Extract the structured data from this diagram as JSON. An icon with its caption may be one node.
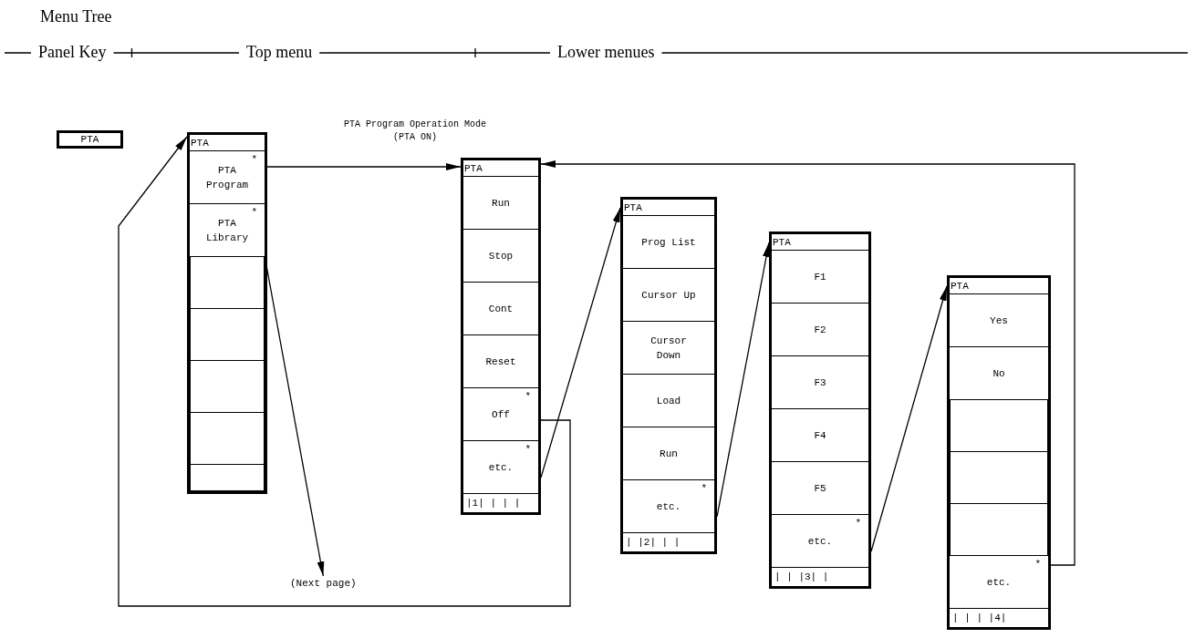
{
  "diagram": {
    "title": "Menu Tree",
    "nodes": [
      {
        "text": [
          "PTA"
        ]
      },
      {
        "text": [
          "PTA"
        ]
      },
      {
        "text": [
          "*",
          "PTA Program"
        ],
        "in": 1
      },
      {
        "text": [
          "*",
          "PTA Library"
        ],
        "in": 1
      },
      {
        "text": [],
        "shape": "box",
        "in": 1
      },
      {
        "text": [],
        "shape": "box",
        "in": 1
      },
      {
        "text": [],
        "shape": "box",
        "in": 1
      },
      {
        "text": [],
        "shape": "box",
        "in": 1
      },
      {
        "text": [],
        "shape": "box",
        "in": 1
      },
      {
        "text": [
          "PTA"
        ]
      },
      {
        "text": [
          "Run"
        ],
        "in": 9
      },
      {
        "text": [
          "Stop"
        ],
        "in": 9
      },
      {
        "text": [
          "Cont"
        ],
        "in": 9
      },
      {
        "text": [
          "Reset"
        ],
        "in": 9
      },
      {
        "text": [
          "*",
          "Off"
        ],
        "in": 9
      },
      {
        "text": [
          "*",
          "etc."
        ],
        "in": 9
      },
      {
        "text": [
          "|1| | | |"
        ],
        "in": 9
      },
      {
        "text": [
          "PTA"
        ]
      },
      {
        "text": [
          "Prog List"
        ],
        "in": 17
      },
      {
        "text": [
          "Cursor Up"
        ],
        "in": 17
      },
      {
        "text": [
          "Cursor Down"
        ],
        "in": 17
      },
      {
        "text": [
          "Load"
        ],
        "in": 17
      },
      {
        "text": [
          "Run"
        ],
        "in": 17
      },
      {
        "text": [
          "*",
          "etc."
        ],
        "in": 17
      },
      {
        "text": [
          "| |2| | |"
        ],
        "in": 17
      },
      {
        "text": [
          "PTA"
        ]
      },
      {
        "text": [
          "F1"
        ],
        "in": 25
      },
      {
        "text": [
          "F2"
        ],
        "in": 25
      },
      {
        "text": [
          "F3"
        ],
        "in": 25
      },
      {
        "text": [
          "F4"
        ],
        "in": 25
      },
      {
        "text": [
          "F5"
        ],
        "in": 25
      },
      {
        "text": [
          "*",
          "etc."
        ],
        "in": 25
      },
      {
        "text": [
          "| | |3| |"
        ],
        "in": 25
      },
      {
        "text": [
          "PTA"
        ]
      },
      {
        "text": [
          "Yes"
        ],
        "in": 33
      },
      {
        "text": [
          "No"
        ],
        "in": 33
      },
      {
        "text": [],
        "shape": "box",
        "in": 33
      },
      {
        "text": [],
        "shape": "box",
        "in": 33
      },
      {
        "text": [],
        "shape": "box",
        "in": 33
      },
      {
        "text": [
          "*",
          "etc."
        ],
        "in": 33
      },
      {
        "text": [
          "| | | |4|"
        ],
        "in": 33
      },
      {
        "text": [
          "(Next page)"
        ]
      }
    ],
    "edges": [
      {
        "from": 2,
        "to": 9,
        "arrow": "to",
        "label": "PTA Program Operation Mode (PTA ON)"
      },
      {
        "from": 3,
        "to": 41,
        "arrow": "to"
      },
      {
        "from": 14,
        "to": 1,
        "arrow": "to"
      },
      {
        "from": 15,
        "to": 17,
        "arrow": "to"
      },
      {
        "from": 23,
        "to": 25,
        "arrow": "to"
      },
      {
        "from": 31,
        "to": 33,
        "arrow": "to"
      },
      {
        "from": 39,
        "to": 9,
        "arrow": "to"
      }
    ],
    "labels": [
      "Panel Key",
      "Top menu",
      "Lower menues"
    ]
  }
}
